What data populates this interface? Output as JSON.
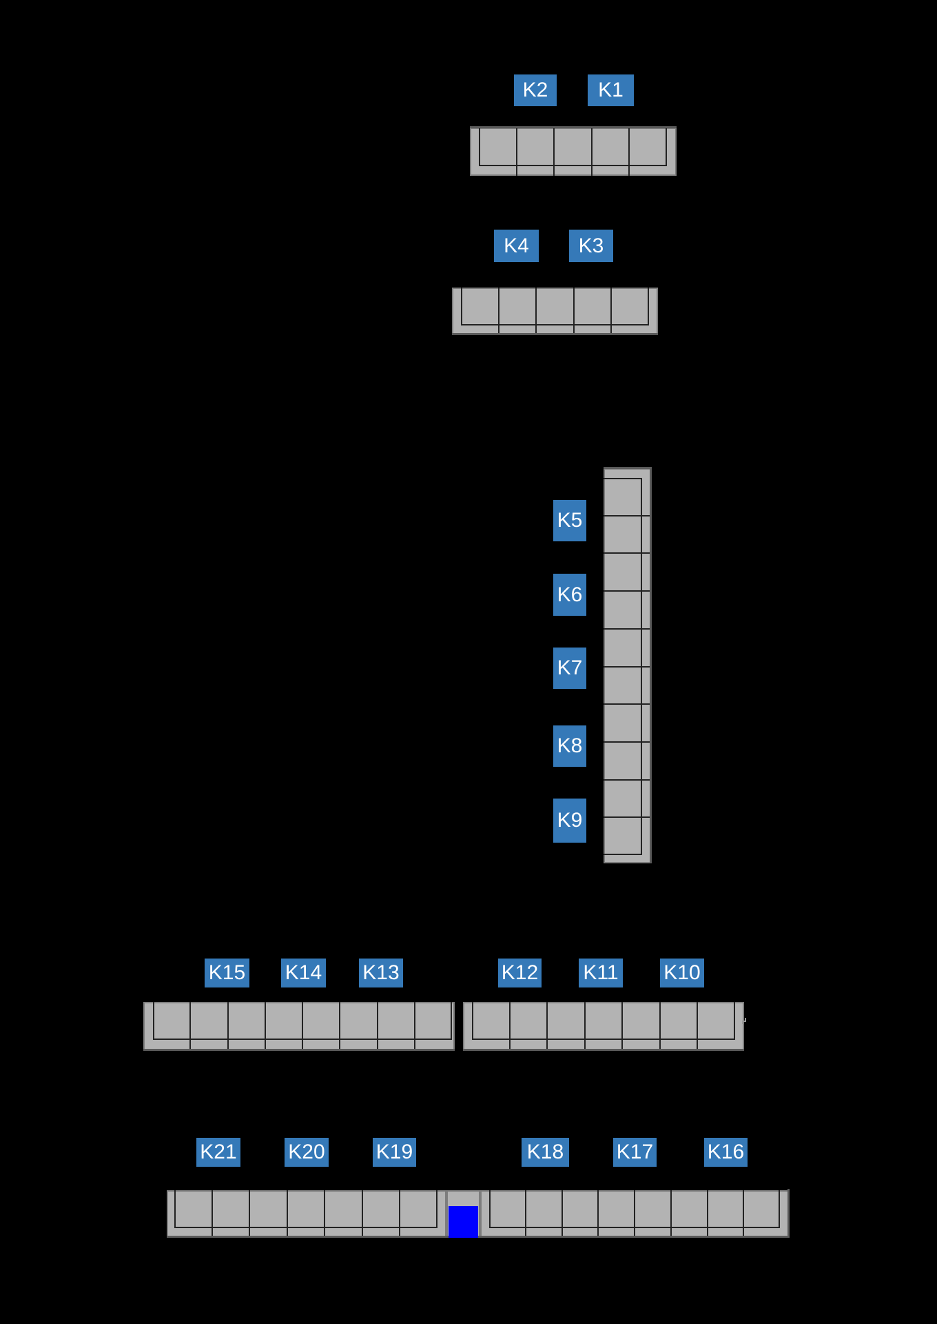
{
  "k_labels": [
    "K1",
    "K2",
    "K3",
    "K4",
    "K5",
    "K6",
    "K7",
    "K8",
    "K9",
    "K10",
    "K11",
    "K12",
    "K13",
    "K14",
    "K15",
    "K16",
    "K17",
    "K18",
    "K19",
    "K20",
    "K21"
  ],
  "colors": {
    "background": "#000000",
    "bench_fill": "#b3b3b3",
    "bench_edge": "#7d7d7d",
    "detail_line": "#222222",
    "wall_line": "#5a5a5a",
    "k_label_bg": "#3579b8",
    "k_label_text": "#ffffff",
    "marker": "#0000ff",
    "artifact": "#9a9a9a"
  },
  "benches": [
    {
      "name": "bench-row1",
      "seats": 5
    },
    {
      "name": "bench-row2",
      "seats": 5
    },
    {
      "name": "bench-vertical",
      "seats": 10
    },
    {
      "name": "bench-row3-left",
      "seats": 8
    },
    {
      "name": "bench-row3-right",
      "seats": 7
    },
    {
      "name": "bench-row4-left",
      "seats": 7
    },
    {
      "name": "bench-row4-middle",
      "seats": 0
    },
    {
      "name": "bench-row4-right",
      "seats": 8
    }
  ],
  "marker": {
    "name": "highlight-marker"
  }
}
